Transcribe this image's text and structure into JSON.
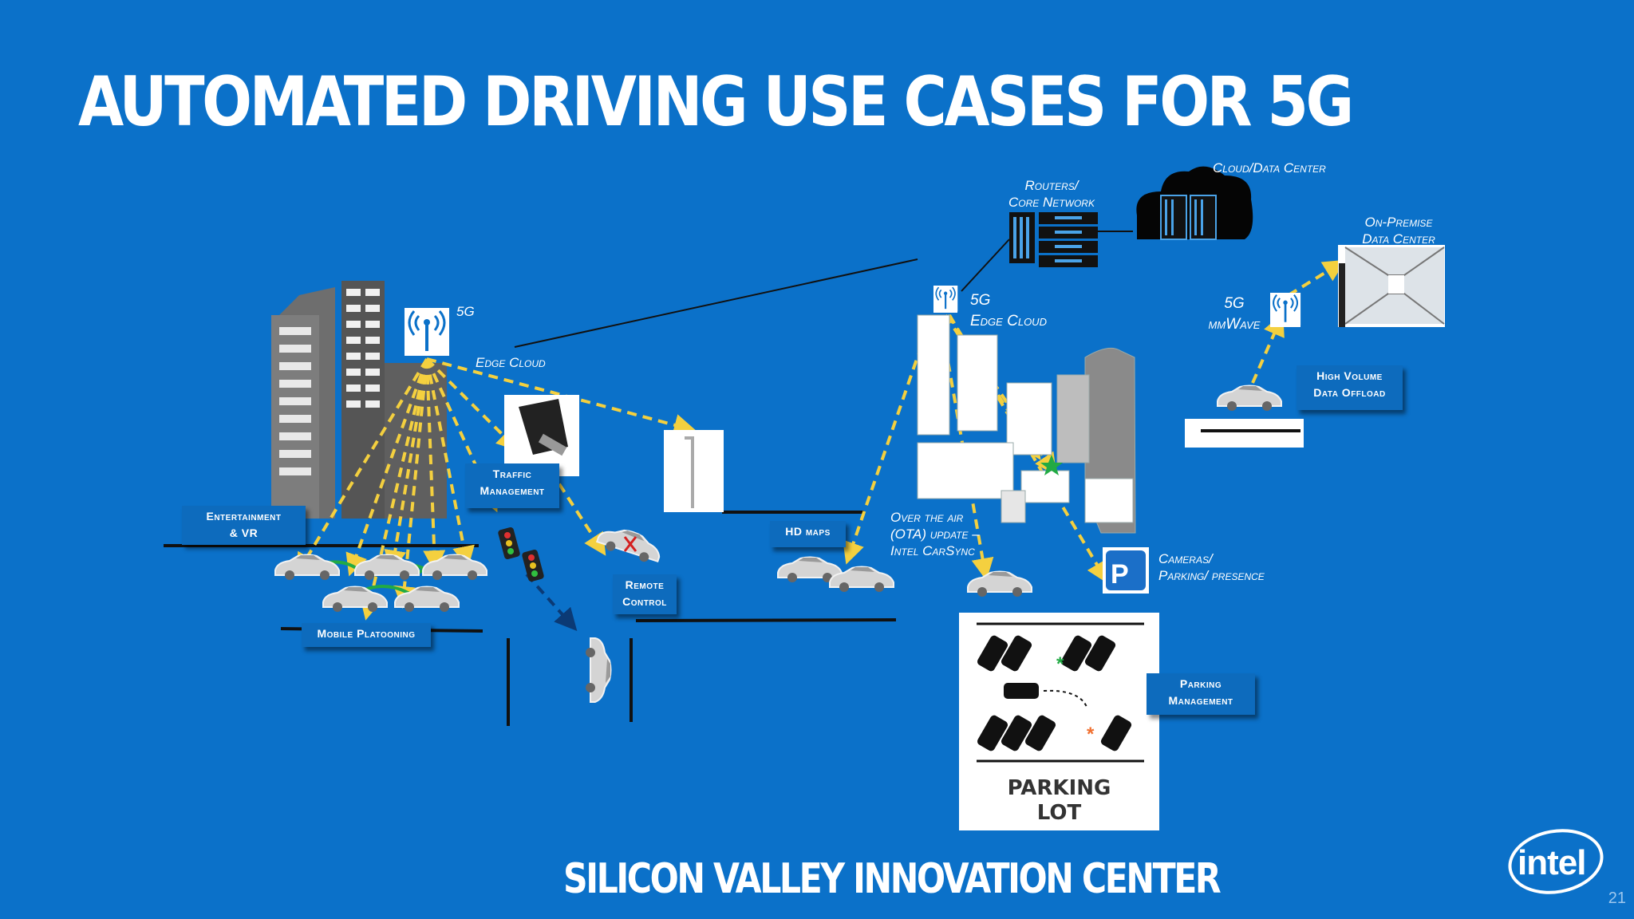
{
  "title": "AUTOMATED DRIVING USE CASES FOR 5G",
  "footer": "SILICON VALLEY INNOVATION  CENTER",
  "page_number": "21",
  "logo_text": "intel",
  "labels": {
    "five_g_left": "5G",
    "edge_cloud_left": "Edge Cloud",
    "routers": "Routers/\nCore Network",
    "cloud_dc": "Cloud/Data Center",
    "on_premise": "On-Premise\nData Center",
    "five_g_edge": "5G\nEdge Cloud",
    "five_g_mmwave": "5G\nmmWave",
    "ota": "Over the air\n(OTA) update –\nIntel CarSync",
    "cameras": "Cameras/\nParking/ presence"
  },
  "boxes": {
    "entertainment": "Entertainment\n& VR",
    "traffic": "Traffic\nManagement",
    "remote": "Remote\nControl",
    "platooning": "Mobile Platooning",
    "hd_maps": "HD maps",
    "high_volume": "High Volume\nData Offload",
    "parking_mgmt": "Parking\nManagement"
  },
  "parking_lot": "PARKING\nLOT",
  "colors": {
    "background": "#0b71c9",
    "arrow": "#f4d03f",
    "label_box": "#0d6bbd"
  }
}
